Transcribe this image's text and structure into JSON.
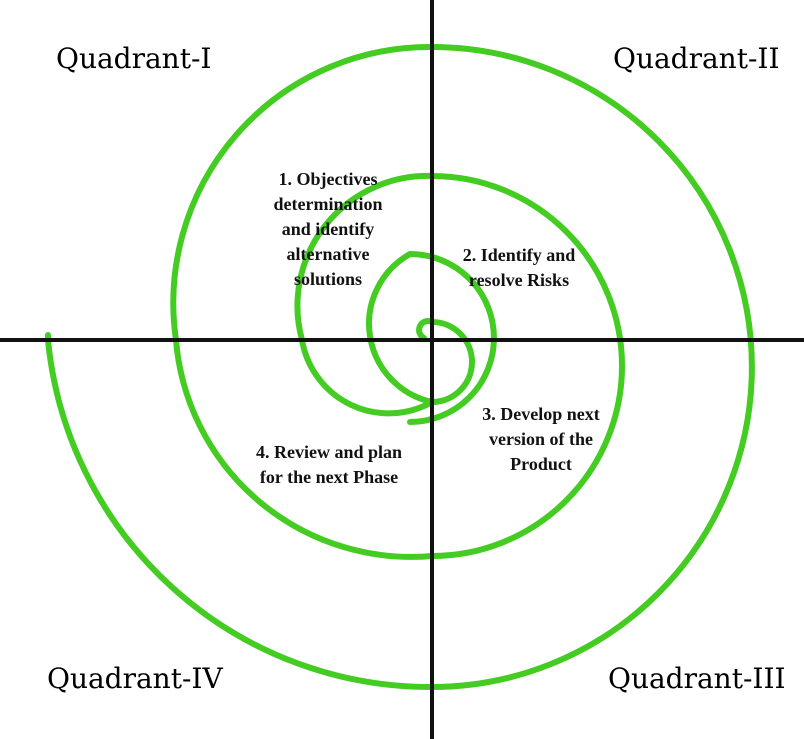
{
  "quadrants": {
    "q1": "Quadrant-I",
    "q2": "Quadrant-II",
    "q3": "Quadrant-III",
    "q4": "Quadrant-IV"
  },
  "phases": {
    "objectives": "1. Objectives\ndetermination\nand identify\nalternative\nsolutions",
    "risks": "2. Identify and\nresolve Risks",
    "develop": "3. Develop next\nversion of the\nProduct",
    "review": "4. Review and plan\nfor the next Phase"
  },
  "colors": {
    "spiral": "#44cc22",
    "axes": "#111111"
  }
}
